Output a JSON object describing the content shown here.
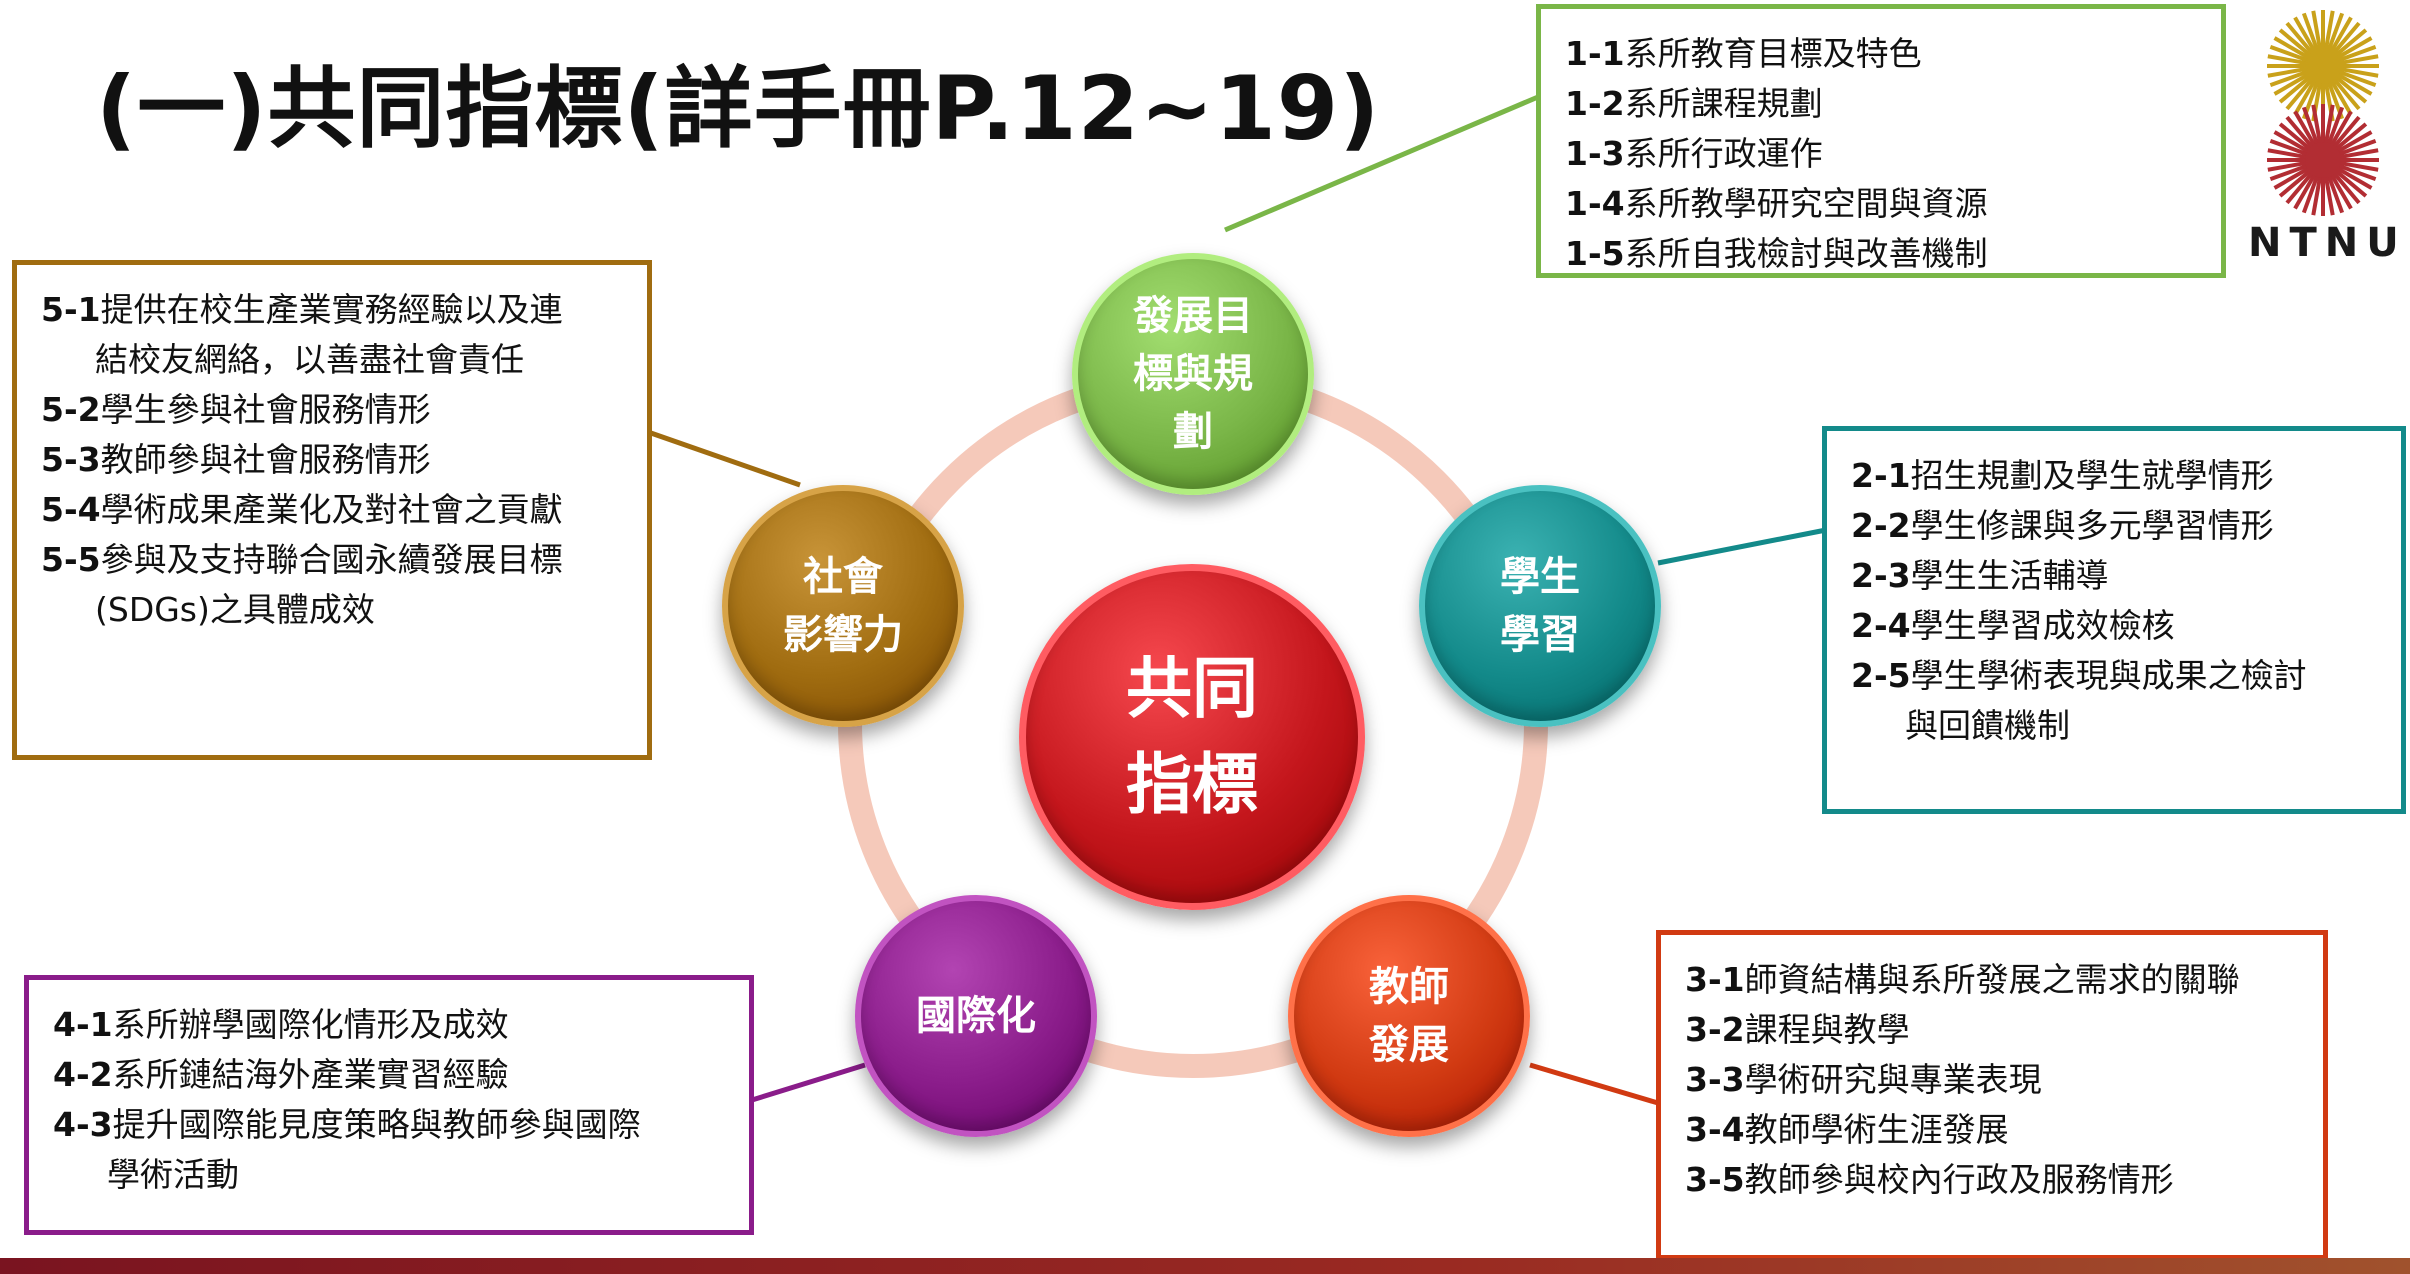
{
  "page_title": "(一)共同指標(詳手冊P.12~19)",
  "logo": {
    "text": "NTNU",
    "colors": [
      "#c9a11a",
      "#b22d33"
    ]
  },
  "center": {
    "label": "共同\n指標",
    "color": "#c4161c"
  },
  "ring_color": "#f4c3b3",
  "nodes": [
    {
      "id": "n1",
      "label": "發展目\n標與規\n劃",
      "color": "#7ab648"
    },
    {
      "id": "n2",
      "label": "學生\n學習",
      "color": "#138a8a"
    },
    {
      "id": "n3",
      "label": "教師\n發展",
      "color": "#d13a12"
    },
    {
      "id": "n4",
      "label": "國際化",
      "color": "#8a1c8a"
    },
    {
      "id": "n5",
      "label": "社會\n影響力",
      "color": "#a06c10"
    }
  ],
  "boxes": [
    {
      "id": "b1",
      "border_color": "#7ab648",
      "items": [
        {
          "code": "1-1",
          "text": "系所教育目標及特色"
        },
        {
          "code": "1-2",
          "text": "系所課程規劃"
        },
        {
          "code": "1-3",
          "text": "系所行政運作"
        },
        {
          "code": "1-4",
          "text": "系所教學研究空間與資源"
        },
        {
          "code": "1-5",
          "text": "系所自我檢討與改善機制"
        }
      ]
    },
    {
      "id": "b2",
      "border_color": "#138a8a",
      "items": [
        {
          "code": "2-1",
          "text": "招生規劃及學生就學情形"
        },
        {
          "code": "2-2",
          "text": "學生修課與多元學習情形"
        },
        {
          "code": "2-3",
          "text": "學生生活輔導"
        },
        {
          "code": "2-4",
          "text": "學生學習成效檢核"
        },
        {
          "code": "2-5",
          "text": "學生學術表現與成果之檢討",
          "cont": "與回饋機制"
        }
      ]
    },
    {
      "id": "b3",
      "border_color": "#d13a12",
      "items": [
        {
          "code": "3-1",
          "text": "師資結構與系所發展之需求的關聯"
        },
        {
          "code": "3-2",
          "text": "課程與教學"
        },
        {
          "code": "3-3",
          "text": "學術研究與專業表現"
        },
        {
          "code": "3-4",
          "text": "教師學術生涯發展"
        },
        {
          "code": "3-5",
          "text": "教師參與校內行政及服務情形"
        }
      ]
    },
    {
      "id": "b4",
      "border_color": "#8a1c8a",
      "items": [
        {
          "code": "4-1",
          "text": "系所辦學國際化情形及成效"
        },
        {
          "code": "4-2",
          "text": "系所鏈結海外產業實習經驗"
        },
        {
          "code": "4-3",
          "text": "提升國際能見度策略與教師參與國際",
          "cont": "學術活動"
        }
      ]
    },
    {
      "id": "b5",
      "border_color": "#a06c10",
      "items": [
        {
          "code": "5-1",
          "text": "提供在校生產業實務經驗以及連",
          "cont": "結校友網絡，以善盡社會責任"
        },
        {
          "code": "5-2",
          "text": "學生參與社會服務情形"
        },
        {
          "code": "5-3",
          "text": "教師參與社會服務情形"
        },
        {
          "code": "5-4",
          "text": "學術成果產業化及對社會之貢獻"
        },
        {
          "code": "5-5",
          "text": "參與及支持聯合國永續發展目標",
          "cont": "(SDGs)之具體成效"
        }
      ]
    }
  ]
}
